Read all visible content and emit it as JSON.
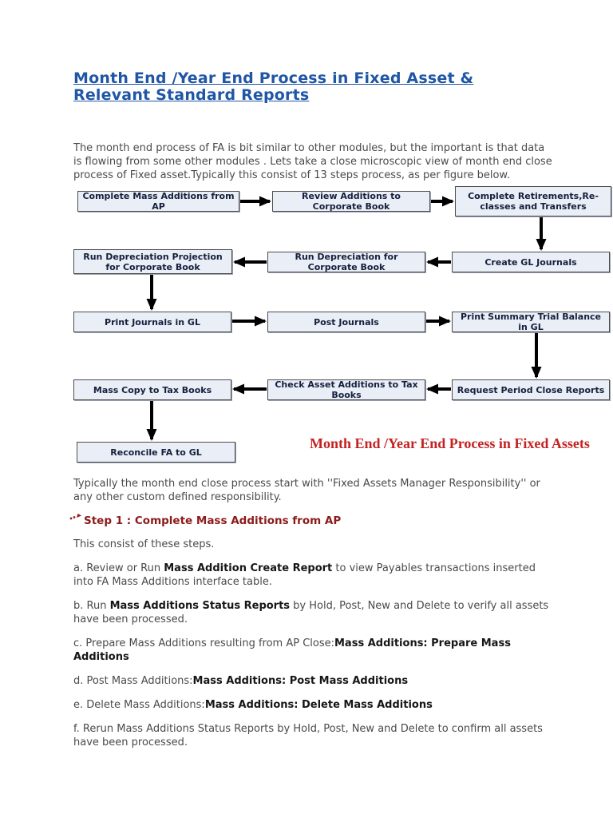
{
  "title": "Month End /Year End Process in Fixed Asset & Relevant Standard Reports",
  "intro": "The month end process of FA is bit similar to other modules, but the important is that data is flowing from some other modules . Lets take a close microscopic view of month end close process of Fixed asset.Typically this consist of 13 steps process, as per figure below.",
  "flowchart": {
    "caption": "Month End /Year End Process in Fixed Assets",
    "boxes": [
      {
        "label": "Complete Mass Additions from AP"
      },
      {
        "label": "Review Additions to Corporate Book"
      },
      {
        "label": "Complete Retirements,Re-classes and Transfers"
      },
      {
        "label": "Run Depreciation Projection for Corporate Book"
      },
      {
        "label": "Run Depreciation for Corporate Book"
      },
      {
        "label": "Create GL Journals"
      },
      {
        "label": "Print Journals in GL"
      },
      {
        "label": "Post Journals"
      },
      {
        "label": "Print Summary Trial Balance in GL"
      },
      {
        "label": "Mass Copy to Tax Books"
      },
      {
        "label": "Check Asset Additions to Tax Books"
      },
      {
        "label": "Request Period Close Reports"
      },
      {
        "label": "Reconcile FA to GL"
      }
    ]
  },
  "body": {
    "typically": "Typically the month end close process start with ''Fixed Assets Manager Responsibility'' or any other custom defined responsibility.",
    "step1_heading": "Step 1 : Complete Mass Additions from AP",
    "steps_intro": "This consist of these steps.",
    "items": [
      {
        "prefix": "a. Review or Run ",
        "bold": "Mass Addition Create Report",
        "suffix": " to view Payables transactions inserted into FA Mass Additions interface table."
      },
      {
        "prefix": "b. Run ",
        "bold": "Mass Additions Status Reports",
        "suffix": " by Hold, Post, New and Delete to verify all assets have been processed."
      },
      {
        "prefix": "c. Prepare Mass Additions resulting from AP Close:",
        "bold": "Mass Additions: Prepare Mass Additions",
        "suffix": ""
      },
      {
        "prefix": "d. Post Mass Additions:",
        "bold": "Mass Additions: Post Mass Additions",
        "suffix": ""
      },
      {
        "prefix": "e. Delete Mass Additions:",
        "bold": "Mass Additions: Delete Mass Additions",
        "suffix": ""
      },
      {
        "prefix": "f. Rerun Mass Additions Status Reports by Hold, Post, New and Delete to confirm all assets have been processed.",
        "bold": "",
        "suffix": ""
      }
    ]
  },
  "colors": {
    "title_blue": "#1f56a5",
    "step_red": "#8c1a1a",
    "caption_red": "#c42222",
    "box_fill": "#eaeef7",
    "box_border": "#4c4c4c",
    "body_text": "#4a4a4a"
  }
}
